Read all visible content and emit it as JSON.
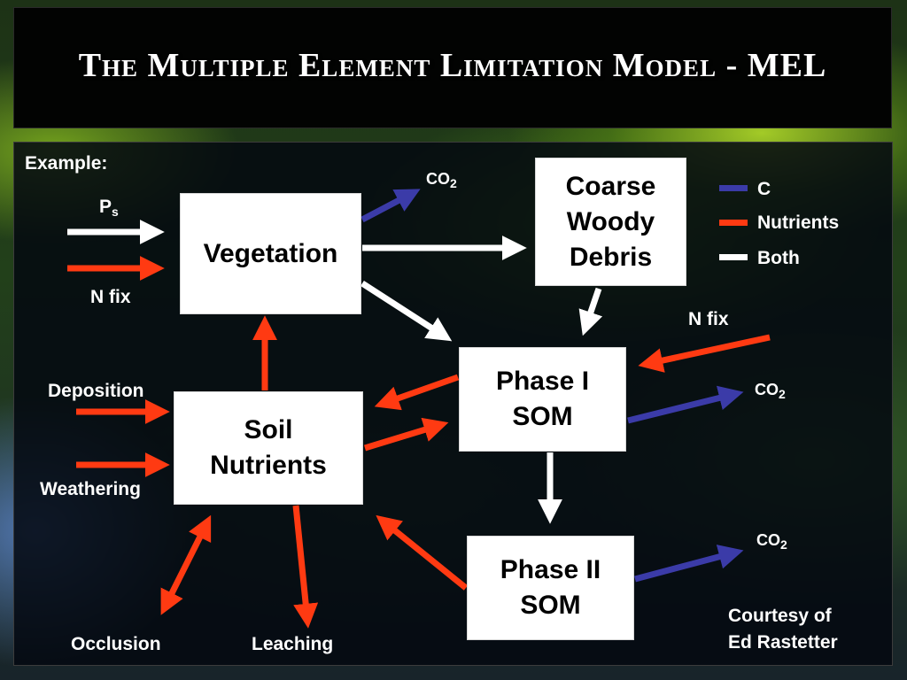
{
  "title": "The Multiple Element Limitation Model - MEL",
  "example_label": "Example:",
  "boxes": {
    "vegetation": "Vegetation",
    "coarse_woody_debris": "Coarse\nWoody\nDebris",
    "phase1_som": "Phase I\nSOM",
    "soil_nutrients": "Soil\nNutrients",
    "phase2_som": "Phase II\nSOM"
  },
  "labels": {
    "ps_main": "P",
    "ps_sub": "s",
    "n_fix_left": "N fix",
    "n_fix_right": "N fix",
    "co2_main": "CO",
    "co2_sub": "2",
    "deposition": "Deposition",
    "weathering": "Weathering",
    "occlusion": "Occlusion",
    "leaching": "Leaching",
    "courtesy_line1": "Courtesy of",
    "courtesy_line2": "Ed Rastetter"
  },
  "legend": [
    {
      "label": "C",
      "color": "#3b3ba8"
    },
    {
      "label": "Nutrients",
      "color": "#ff3a12"
    },
    {
      "label": "Both",
      "color": "#ffffff"
    }
  ],
  "colors": {
    "carbon": "#3b3ba8",
    "nutrients": "#ff3a12",
    "both": "#ffffff"
  }
}
